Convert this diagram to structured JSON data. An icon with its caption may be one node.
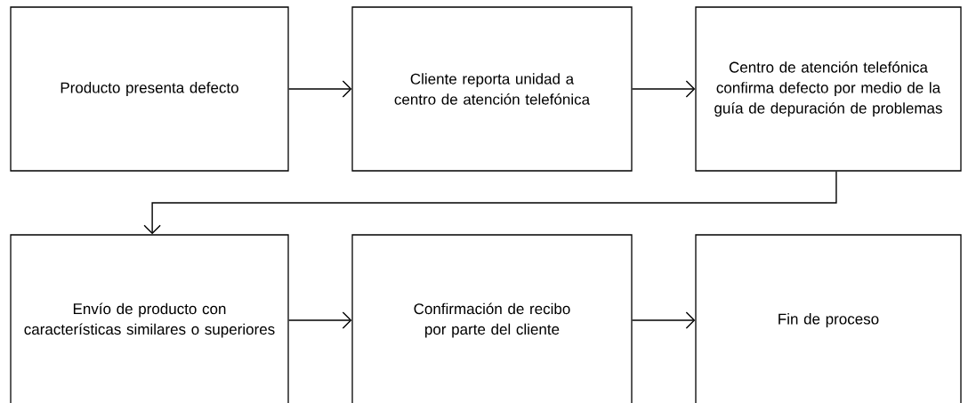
{
  "diagram": {
    "nodes": [
      {
        "text": [
          "Producto presenta defecto"
        ]
      },
      {
        "text": [
          "Cliente reporta unidad a centro de atención telefónica"
        ]
      },
      {
        "text": [
          "Centro de atención telefónica confirma defecto por medio de la guía de depuración de problemas"
        ]
      },
      {
        "text": [
          "Envío de producto con características similares o superiores"
        ]
      },
      {
        "text": [
          "Confirmación de recibo por parte del cliente"
        ]
      },
      {
        "text": [
          "Fin de proceso"
        ]
      }
    ],
    "edges": [
      {
        "from": 0,
        "to": 1,
        "arrow": "to"
      },
      {
        "from": 1,
        "to": 2,
        "arrow": "to"
      },
      {
        "from": 2,
        "to": 3,
        "arrow": "to"
      },
      {
        "from": 3,
        "to": 4,
        "arrow": "to"
      },
      {
        "from": 4,
        "to": 5,
        "arrow": "to"
      }
    ]
  }
}
